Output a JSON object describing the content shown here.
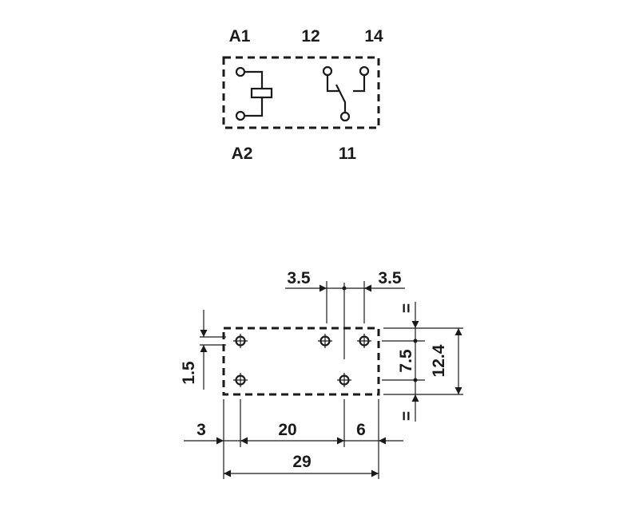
{
  "schematic": {
    "terminals": {
      "a1": "A1",
      "a2": "A2",
      "t12": "12",
      "t14": "14",
      "t11": "11"
    }
  },
  "footprint": {
    "dims": {
      "pin_offset_left": "3.5",
      "pin_offset_right": "3.5",
      "pin_offset_top": "1.5",
      "pin_row_spacing": "7.5",
      "body_height": "12.4",
      "equal_top": "=",
      "equal_bottom": "=",
      "edge_to_pin": "3",
      "pin_span": "20",
      "pin_to_edge": "6",
      "body_length": "29"
    }
  },
  "colors": {
    "ink": "#1a1a1a",
    "background": "#ffffff"
  }
}
